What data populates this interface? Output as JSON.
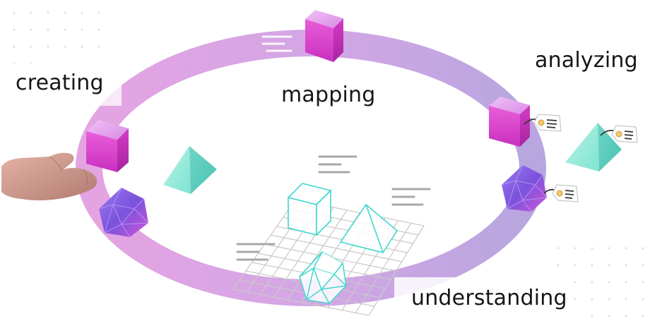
{
  "diagram": {
    "stages": {
      "creating": "creating",
      "mapping": "mapping",
      "analyzing": "analyzing",
      "understanding": "understanding"
    },
    "colors": {
      "ring_start": "#e39fe0",
      "ring_end": "#b3a1dd",
      "cube_top": "#e7a8f0",
      "cube_side": "#d437c4",
      "icosahedron": "#7b54dc",
      "pyramid": "#7fe3d1",
      "wireframe": "#3fd7cf",
      "grid": "#c8c8c8",
      "text_lines": "#a8a8a8"
    },
    "icons": [
      "hand-icon",
      "cube-icon",
      "icosahedron-icon",
      "pyramid-icon",
      "tag-icon",
      "grid-icon"
    ]
  }
}
